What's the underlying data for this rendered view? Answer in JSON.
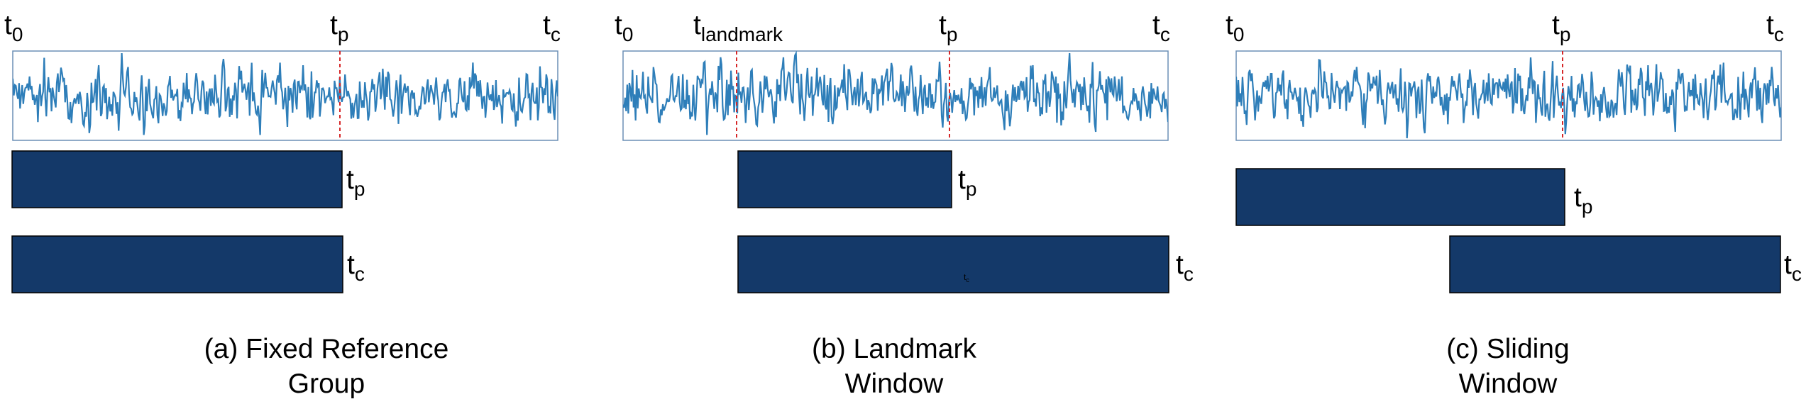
{
  "panels": [
    {
      "id": "a",
      "caption_line1": "(a) Fixed Reference",
      "caption_line2": "Group",
      "labels": {
        "t0": {
          "base": "t",
          "sub": "0"
        },
        "tp": {
          "base": "t",
          "sub": "p"
        },
        "tc": {
          "base": "t",
          "sub": "c"
        },
        "tlandmark": null
      },
      "bar_labels": {
        "reference": {
          "base": "t",
          "sub": "p"
        },
        "current": {
          "base": "t",
          "sub": "c"
        }
      },
      "window": "fixed"
    },
    {
      "id": "b",
      "caption_line1": "(b) Landmark",
      "caption_line2": "Window",
      "labels": {
        "t0": {
          "base": "t",
          "sub": "0"
        },
        "tp": {
          "base": "t",
          "sub": "p"
        },
        "tc": {
          "base": "t",
          "sub": "c"
        },
        "tlandmark": {
          "base": "t",
          "sub": "landmark"
        }
      },
      "bar_labels": {
        "reference": {
          "base": "t",
          "sub": "p"
        },
        "current": {
          "base": "t",
          "sub": "c"
        }
      },
      "bar_inner_label": {
        "base": "t",
        "sub": "c"
      },
      "window": "landmark"
    },
    {
      "id": "c",
      "caption_line1": "(c) Sliding",
      "caption_line2": "Window",
      "labels": {
        "t0": {
          "base": "t",
          "sub": "0"
        },
        "tp": {
          "base": "t",
          "sub": "p"
        },
        "tc": {
          "base": "t",
          "sub": "c"
        },
        "tlandmark": null
      },
      "bar_labels": {
        "reference": {
          "base": "t",
          "sub": "p"
        },
        "current": {
          "base": "t",
          "sub": "c"
        }
      },
      "window": "sliding"
    }
  ],
  "colors": {
    "signal": "#2e7eb9",
    "bar_fill": "#143969",
    "bar_stroke": "#000000",
    "marker_line": "#d62728",
    "frame": "#6b8fb5"
  }
}
